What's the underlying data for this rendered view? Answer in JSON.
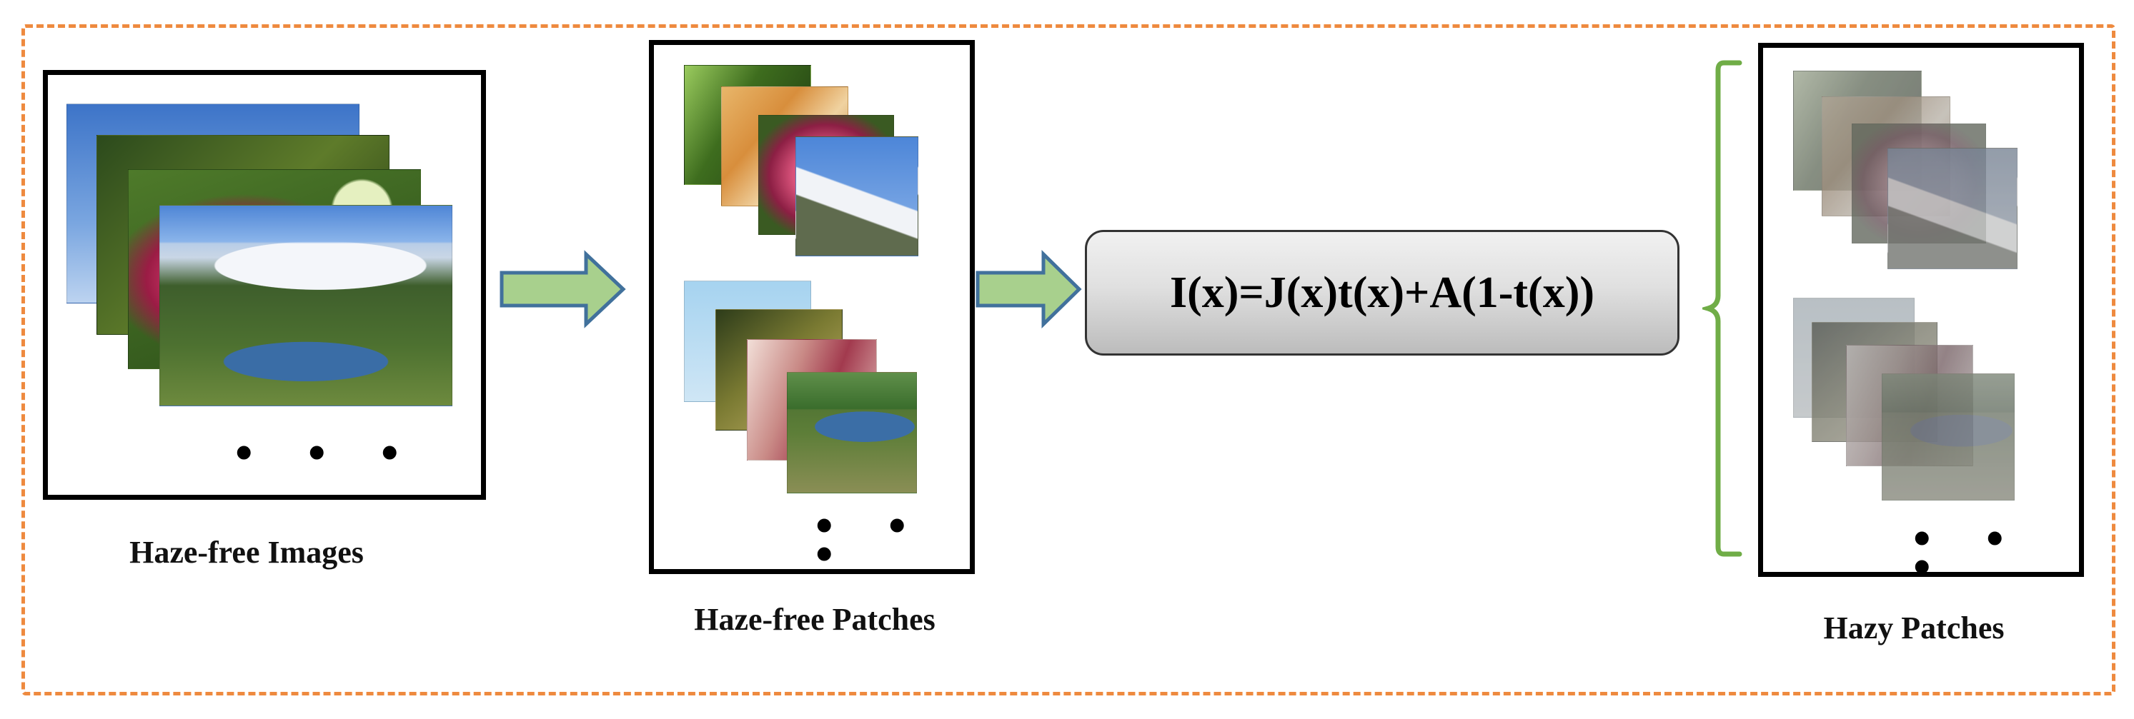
{
  "labels": {
    "haze_free_images": "Haze-free Images",
    "haze_free_patches": "Haze-free Patches",
    "hazy_patches": "Hazy Patches"
  },
  "equation": "I(x)=J(x)t(x)+A(1-t(x))",
  "ellipsis": "• • •",
  "colors": {
    "outer_border": "#ee8a3f",
    "arrow_fill": "#a8d08d",
    "arrow_stroke": "#41719c",
    "brace": "#70ad47"
  }
}
